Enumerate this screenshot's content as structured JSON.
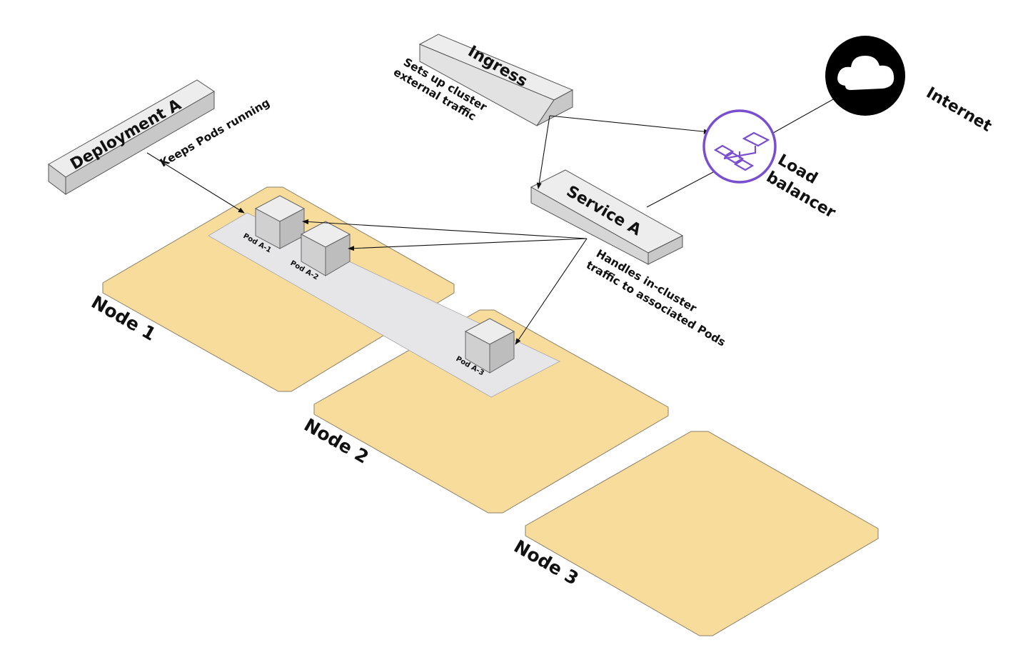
{
  "colors": {
    "node_fill": "#f8dc9c",
    "service_band": "#e6e6e8",
    "block_top": "#ededed",
    "block_left": "#d0d0d0",
    "block_right": "#bdbdbd",
    "load_balancer_accent": "#7a4fcf",
    "line": "#111111"
  },
  "icons": {
    "internet": "cloud-icon",
    "load_balancer": "load-balancer-icon",
    "pod": "cube-icon"
  },
  "nodes": [
    "Node 1",
    "Node 2",
    "Node 3"
  ],
  "pods": [
    "Pod A-1",
    "Pod A-2",
    "Pod A-3"
  ],
  "deployment": {
    "title": "Deployment A",
    "description": "Keeps Pods running"
  },
  "ingress": {
    "title": "Ingress",
    "description_line1": "Sets up cluster",
    "description_line2": "external traffic"
  },
  "service": {
    "title": "Service A",
    "description_line1": "Handles in-cluster",
    "description_line2": "traffic to associated Pods"
  },
  "load_balancer": {
    "line1": "Load",
    "line2": "balancer"
  },
  "internet": {
    "label": "Internet"
  }
}
